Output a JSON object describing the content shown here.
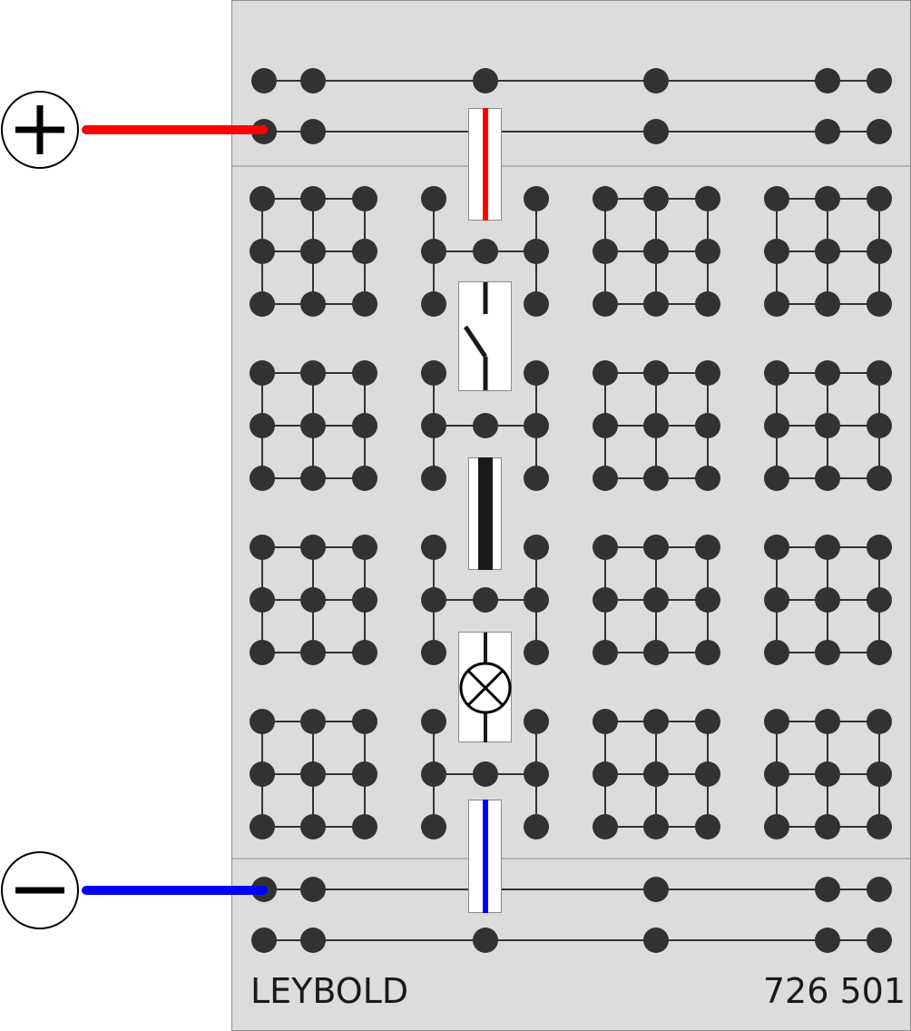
{
  "board": {
    "brand": "LEYBOLD",
    "model_number": "726 501",
    "background_color": "#dcdcdc",
    "dot_color": "#333231"
  },
  "terminals": {
    "positive": {
      "symbol": "+",
      "wire_color": "#ff0000"
    },
    "negative": {
      "symbol": "−",
      "wire_color": "#0000ff"
    }
  },
  "components": [
    {
      "type": "bridge-plug",
      "stripe_color": "#ff0000"
    },
    {
      "type": "switch",
      "state": "open"
    },
    {
      "type": "resistor"
    },
    {
      "type": "lamp"
    },
    {
      "type": "bridge-plug",
      "stripe_color": "#0000ff"
    }
  ]
}
